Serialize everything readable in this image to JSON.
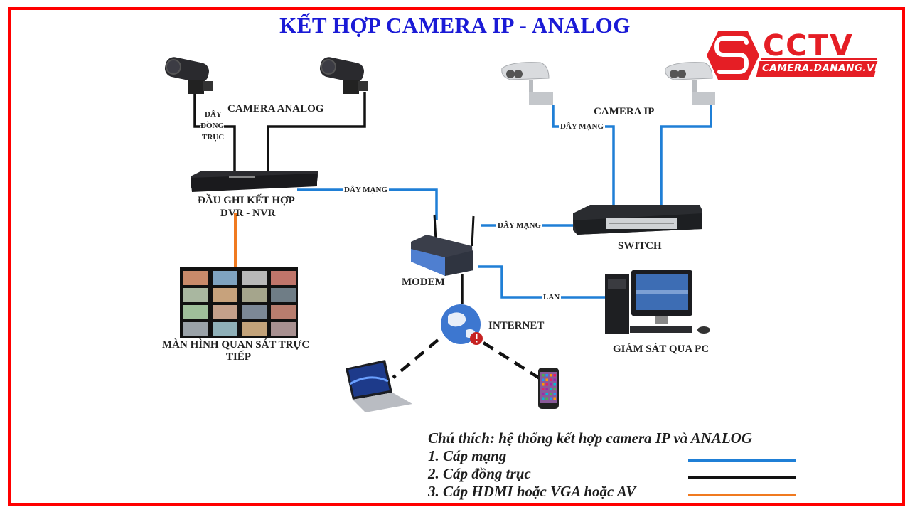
{
  "title": "KẾT HỢP CAMERA IP - ANALOG",
  "logo": {
    "brand": "CCTV",
    "url": "CAMERA.DANANG.VN",
    "icon": "hexagon-s-logo-icon",
    "color": "#e51e25"
  },
  "colors": {
    "network_cable": "#1f7fd6",
    "coax_cable": "#111111",
    "hdmi_cable": "#f07a20",
    "frame": "#ff0000",
    "title": "#1a1ad6"
  },
  "nodes": {
    "camera_analog": {
      "label": "CAMERA ANALOG",
      "icon": "bullet-camera-icon",
      "count": 2
    },
    "coax_label": [
      "DÂY",
      "ĐỒNG",
      "TRỤC"
    ],
    "dvr": {
      "label_line1": "ĐẦU GHI KẾT HỢP",
      "label_line2": "DVR - NVR",
      "icon": "dvr-recorder-icon"
    },
    "monitor": {
      "label_line1": "MÀN HÌNH QUAN SÁT TRỰC",
      "label_line2": "TIẾP",
      "icon": "video-wall-icon"
    },
    "camera_ip": {
      "label": "CAMERA IP",
      "icon": "ip-camera-icon",
      "count": 2
    },
    "switch": {
      "label": "SWITCH",
      "icon": "network-switch-icon"
    },
    "modem": {
      "label": "MODEM",
      "icon": "wifi-router-icon"
    },
    "internet": {
      "label": "INTERNET",
      "icon": "globe-icon"
    },
    "pc": {
      "label": "GIÁM SÁT QUA PC",
      "icon": "desktop-pc-icon"
    },
    "laptop": {
      "icon": "laptop-icon"
    },
    "phone": {
      "icon": "smartphone-icon"
    }
  },
  "connections": {
    "dvr_modem": "DÂY MẠNG",
    "ipcam_switch": "DÂY MẠNG",
    "modem_switch": "DÂY MẠNG",
    "modem_pc": "LAN"
  },
  "legend": {
    "heading": "Chú thích: hệ thống kết hợp camera IP và ANALOG",
    "items": [
      {
        "label": "1. Cáp mạng",
        "color": "#1f7fd6"
      },
      {
        "label": "2. Cáp đồng trục",
        "color": "#111111"
      },
      {
        "label": "3. Cáp HDMI hoặc VGA hoặc AV",
        "color": "#f07a20"
      }
    ]
  }
}
